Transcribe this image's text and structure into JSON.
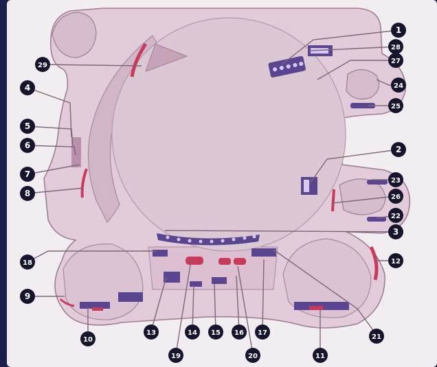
{
  "colors": {
    "background": "#1b1e4a",
    "paper": "#f2edf1",
    "shell": "#e2ccd9",
    "shell_stroke": "#9c7f93",
    "platter": "#dcc7d4",
    "panel_dark": "#5a4690",
    "lights": "#d9c8f0",
    "accent_red": "#c83a5a",
    "callout_fill": "#17142e",
    "callout_text": "#ffffff",
    "leader": "#7d667a"
  },
  "callouts": [
    {
      "label": "1"
    },
    {
      "label": "2"
    },
    {
      "label": "3"
    },
    {
      "label": "4"
    },
    {
      "label": "5"
    },
    {
      "label": "6"
    },
    {
      "label": "7"
    },
    {
      "label": "8"
    },
    {
      "label": "9"
    },
    {
      "label": "10"
    },
    {
      "label": "11"
    },
    {
      "label": "12"
    },
    {
      "label": "13"
    },
    {
      "label": "14"
    },
    {
      "label": "15"
    },
    {
      "label": "16"
    },
    {
      "label": "17"
    },
    {
      "label": "18"
    },
    {
      "label": "19"
    },
    {
      "label": "20"
    },
    {
      "label": "21"
    },
    {
      "label": "22"
    },
    {
      "label": "23"
    },
    {
      "label": "24"
    },
    {
      "label": "25"
    },
    {
      "label": "26"
    },
    {
      "label": "27"
    },
    {
      "label": "28"
    },
    {
      "label": "29"
    }
  ]
}
